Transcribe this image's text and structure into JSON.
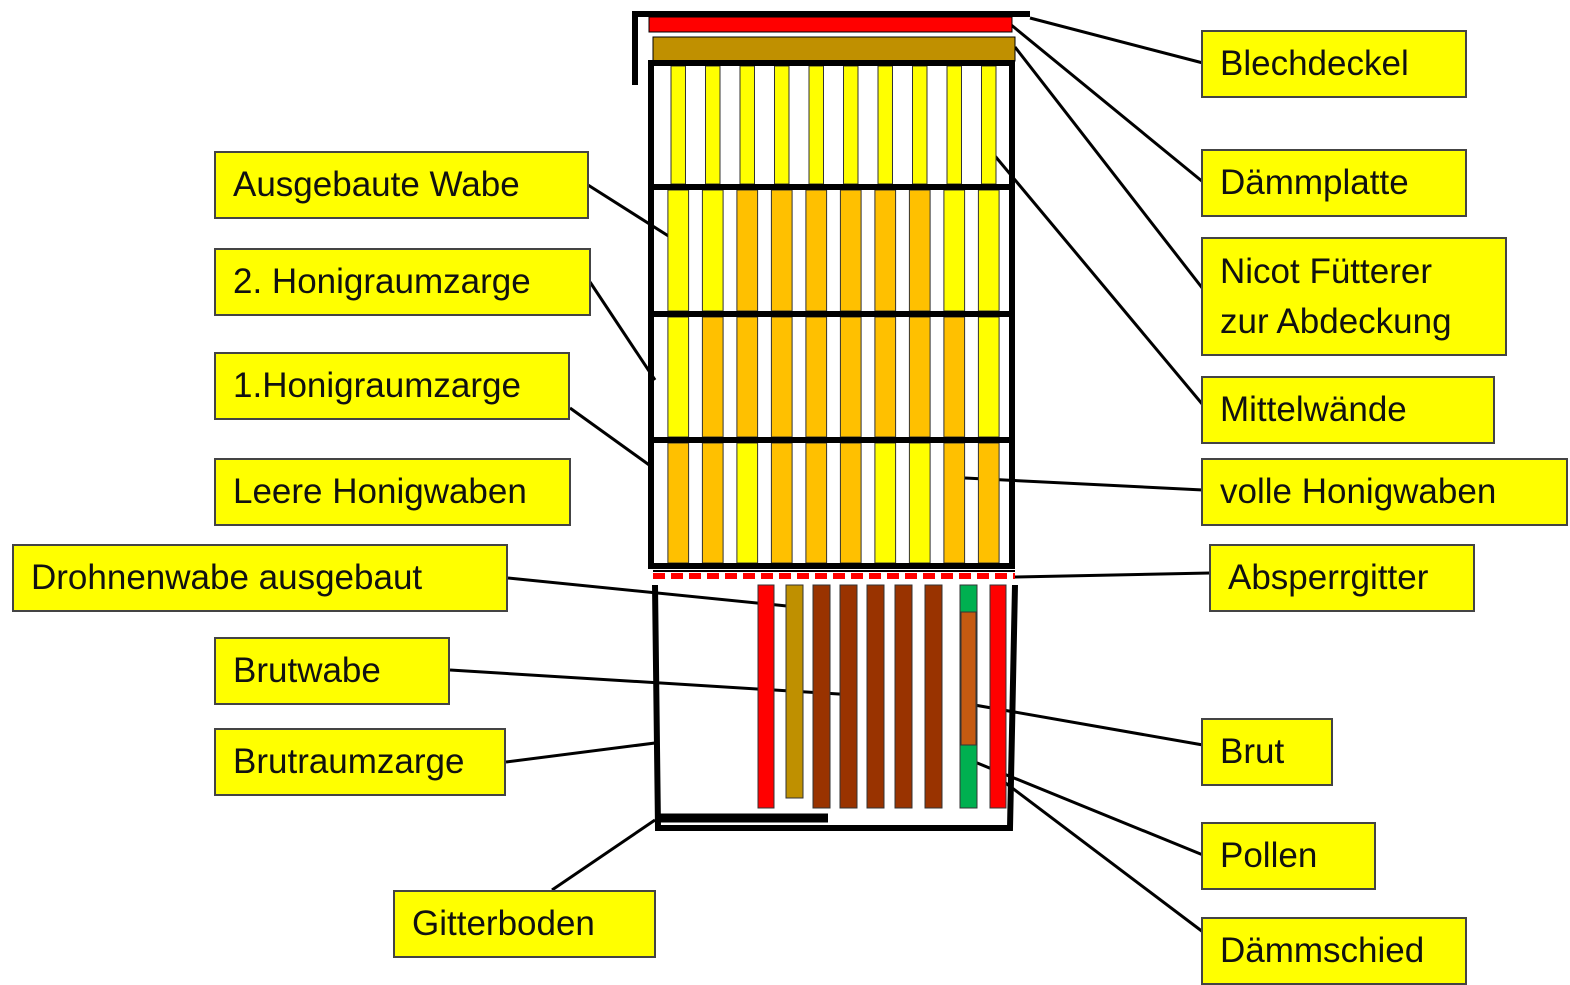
{
  "colors": {
    "background": "#ffffff",
    "label_fill": "#ffff00",
    "frame_outline": "#000000",
    "tin_lid": "#ff0000",
    "insulation_board": "#c09000",
    "foundation_comb": "#ffff00",
    "drawn_comb": "#ffff00",
    "full_honey_comb": "#ffc000",
    "drone_comb": "#bf9000",
    "brood_comb": "#993300",
    "brood": "#c55a11",
    "pollen": "#00b050",
    "divider_board": "#ff0000",
    "queen_excluder": "#ff0000"
  },
  "labels": {
    "blechdeckel": "Blechdeckel",
    "daemmplatte": "Dämmplatte",
    "nicot_futterer": "Nicot Fütterer zur Abdeckung",
    "mittelwaende": "Mittelwände",
    "volle_honigwaben": "volle Honigwaben",
    "absperrgitter": "Absperrgitter",
    "brut": "Brut",
    "pollen": "Pollen",
    "daemmschied": "Dämmschied",
    "ausgebaute_wabe": "Ausgebaute Wabe",
    "honigraumzarge_2": "2. Honigraumzarge",
    "honigraumzarge_1": "1.Honigraumzarge",
    "leere_honigwaben": "Leere Honigwaben",
    "drohnenwabe": "Drohnenwabe ausgebaut",
    "brutwabe": "Brutwabe",
    "brutraumzarge": "Brutraumzarge",
    "gitterboden": "Gitterboden"
  },
  "hive": {
    "super_frame_sequences": [
      [
        "foundation",
        "foundation",
        "foundation",
        "foundation",
        "foundation",
        "foundation",
        "foundation",
        "foundation",
        "foundation",
        "foundation"
      ],
      [
        "drawn",
        "drawn",
        "full",
        "full",
        "full",
        "full",
        "full",
        "full",
        "drawn",
        "drawn"
      ],
      [
        "drawn",
        "full",
        "full",
        "full",
        "full",
        "full",
        "full",
        "full",
        "full",
        "drawn"
      ],
      [
        "full",
        "full",
        "drawn",
        "full",
        "full",
        "full",
        "drawn",
        "drawn",
        "full",
        "full"
      ]
    ],
    "brood_frame_sequence": [
      "divider",
      "drone",
      "brood",
      "brood",
      "brood",
      "brood",
      "brood",
      "pollen-brood",
      "divider"
    ]
  }
}
